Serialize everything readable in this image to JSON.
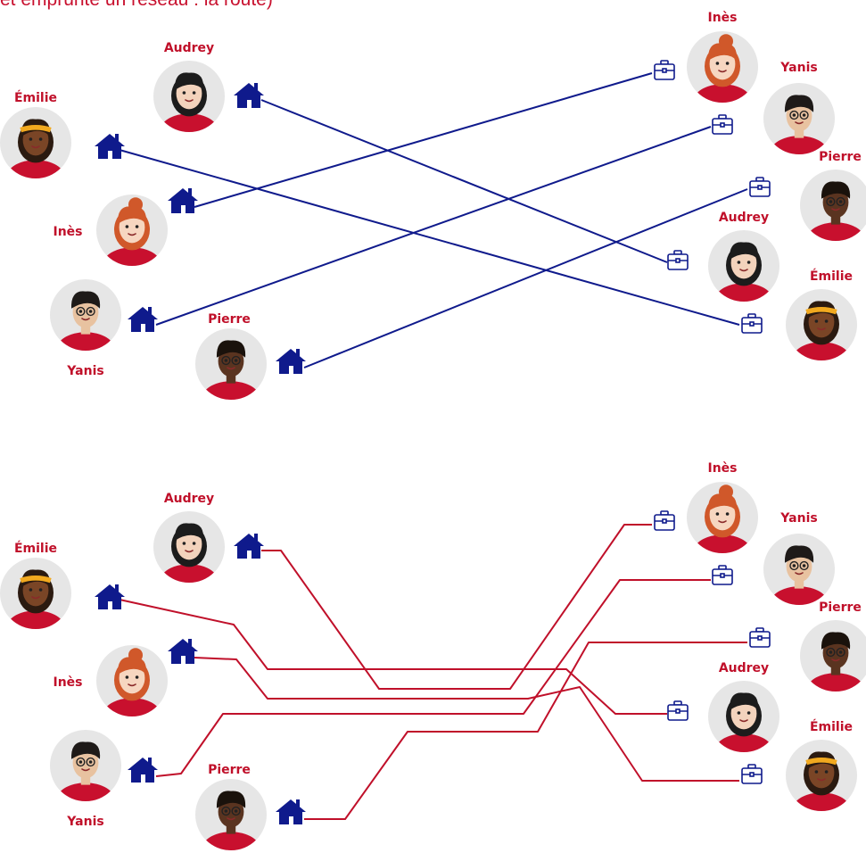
{
  "caption": "et emprunte un réseau : la route)",
  "colors": {
    "straight_line": "#0f1a8c",
    "road_line": "#c0102a",
    "house_icon": "#0f1a8c",
    "briefcase_icon": "#0f1a8c",
    "label": "#c0102a",
    "avatar_bg": "#e6e6e6",
    "shirt": "#c8102e"
  },
  "people": [
    {
      "id": "emilie",
      "name": "Émilie",
      "skin": "#7a4526",
      "hair": "#2b1a10",
      "accent": "#f2a91f"
    },
    {
      "id": "audrey",
      "name": "Audrey",
      "skin": "#f3d3bc",
      "hair": "#1c1c1c",
      "accent": "#1c1c1c"
    },
    {
      "id": "ines",
      "name": "Inès",
      "skin": "#f6d6c0",
      "hair": "#d0582a",
      "accent": "#d0582a"
    },
    {
      "id": "yanis",
      "name": "Yanis",
      "skin": "#e8c2a0",
      "hair": "#1e1a18",
      "accent": "#1e1a18"
    },
    {
      "id": "pierre",
      "name": "Pierre",
      "skin": "#5a3420",
      "hair": "#1a120c",
      "accent": "#1a120c"
    }
  ],
  "diagrams": [
    {
      "name": "straight-connections",
      "style": "straight",
      "links": [
        {
          "from": "audrey",
          "to": "audrey"
        },
        {
          "from": "emilie",
          "to": "emilie"
        },
        {
          "from": "ines",
          "to": "ines"
        },
        {
          "from": "yanis",
          "to": "yanis"
        },
        {
          "from": "pierre",
          "to": "pierre"
        }
      ]
    },
    {
      "name": "road-network-connections",
      "style": "road",
      "links": [
        {
          "from": "audrey",
          "to": "ines"
        },
        {
          "from": "emilie",
          "to": "audrey"
        },
        {
          "from": "ines",
          "to": "emilie"
        },
        {
          "from": "yanis",
          "to": "yanis"
        },
        {
          "from": "pierre",
          "to": "pierre"
        }
      ]
    }
  ]
}
